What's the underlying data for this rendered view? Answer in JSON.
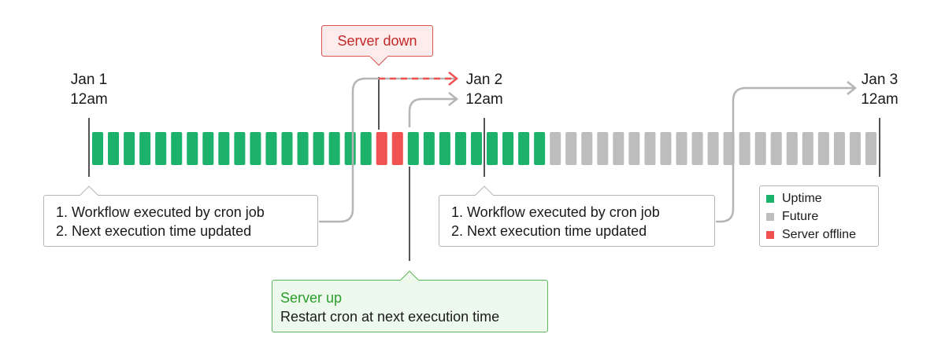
{
  "colors": {
    "uptime": "#1db26b",
    "future": "#bdbdbd",
    "offline": "#f05252",
    "connector": "#b5b5b5",
    "dashed": "#f05252"
  },
  "timeline": {
    "segments": [
      "uptime",
      "uptime",
      "uptime",
      "uptime",
      "uptime",
      "uptime",
      "uptime",
      "uptime",
      "uptime",
      "uptime",
      "uptime",
      "uptime",
      "uptime",
      "uptime",
      "uptime",
      "uptime",
      "uptime",
      "uptime",
      "offline",
      "offline",
      "uptime",
      "uptime",
      "uptime",
      "uptime",
      "uptime",
      "uptime",
      "uptime",
      "uptime",
      "uptime",
      "future",
      "future",
      "future",
      "future",
      "future",
      "future",
      "future",
      "future",
      "future",
      "future",
      "future",
      "future",
      "future",
      "future",
      "future",
      "future",
      "future",
      "future",
      "future",
      "future",
      "future"
    ]
  },
  "ticks": [
    {
      "line1": "Jan 1",
      "line2": "12am"
    },
    {
      "line1": "Jan 2",
      "line2": "12am"
    },
    {
      "line1": "Jan 3",
      "line2": "12am"
    }
  ],
  "box1": {
    "item1": "1. Workflow executed by cron job",
    "item2": "2. Next execution time updated"
  },
  "box2": {
    "item1": "1. Workflow executed by cron job",
    "item2": "2. Next execution time updated"
  },
  "server_down": {
    "label": "Server down"
  },
  "server_up": {
    "title": "Server up",
    "text": "Restart cron at next execution time"
  },
  "legend": {
    "items": [
      {
        "label": "Uptime",
        "color": "#1db26b"
      },
      {
        "label": "Future",
        "color": "#bdbdbd"
      },
      {
        "label": "Server offline",
        "color": "#f05252"
      }
    ]
  }
}
